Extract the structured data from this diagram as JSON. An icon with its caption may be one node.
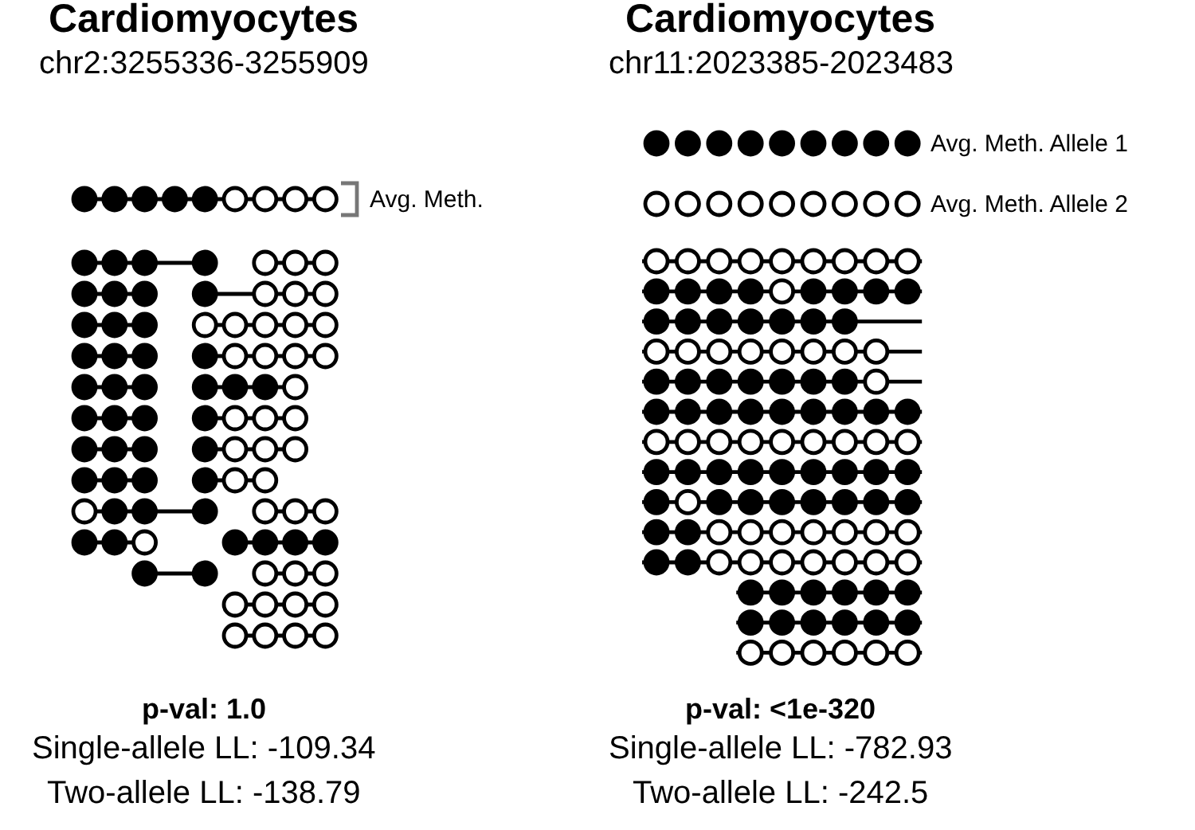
{
  "diagram": {
    "labels": [
      "Cardiomyocytes",
      "chr2:3255336-3255909",
      "Avg. Meth.",
      "p-val: 1.0",
      "Single-allele LL: -109.34",
      "Two-allele LL: -138.79",
      "Cardiomyocytes",
      "chr11:2023385-2023483",
      "Avg. Meth. Allele 1",
      "Avg. Meth. Allele 2",
      "p-val: <1e-320",
      "Single-allele LL: -782.93",
      "Two-allele LL: -242.5"
    ]
  }
}
